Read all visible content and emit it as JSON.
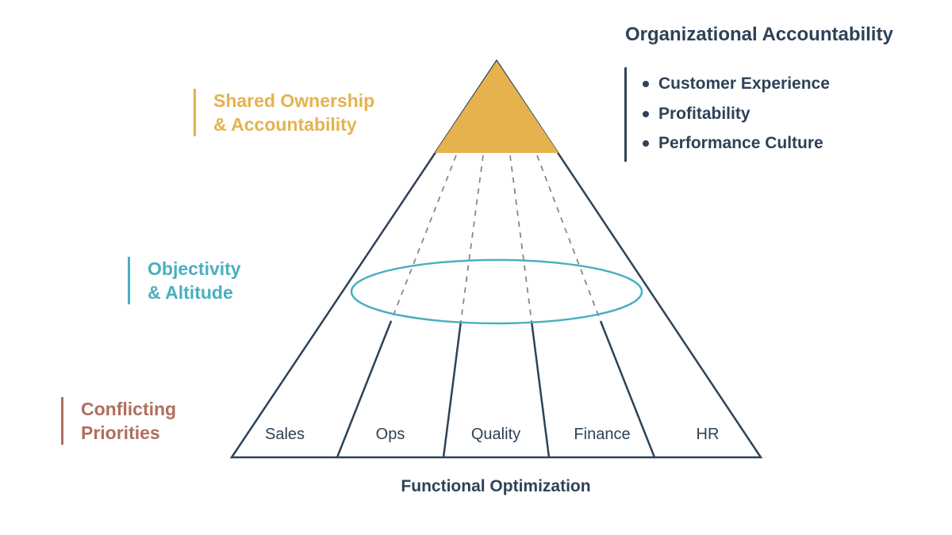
{
  "levels": {
    "top": {
      "line1": "Shared Ownership",
      "line2": "& Accountability",
      "color": "#E5B24E"
    },
    "middle": {
      "line1": "Objectivity",
      "line2": "& Altitude",
      "color": "#4AAFC0"
    },
    "bottom": {
      "line1": "Conflicting",
      "line2": "Priorities",
      "color": "#B06E5E"
    }
  },
  "organizational": {
    "title": "Organizational Accountability",
    "items": [
      "Customer Experience",
      "Profitability",
      "Performance Culture"
    ]
  },
  "functions": [
    "Sales",
    "Ops",
    "Quality",
    "Finance",
    "HR"
  ],
  "caption": "Functional Optimization",
  "colors": {
    "text": "#2E4257",
    "apex": "#E5B24E",
    "lens": "#4AAFC0",
    "outline": "#2E4257"
  }
}
